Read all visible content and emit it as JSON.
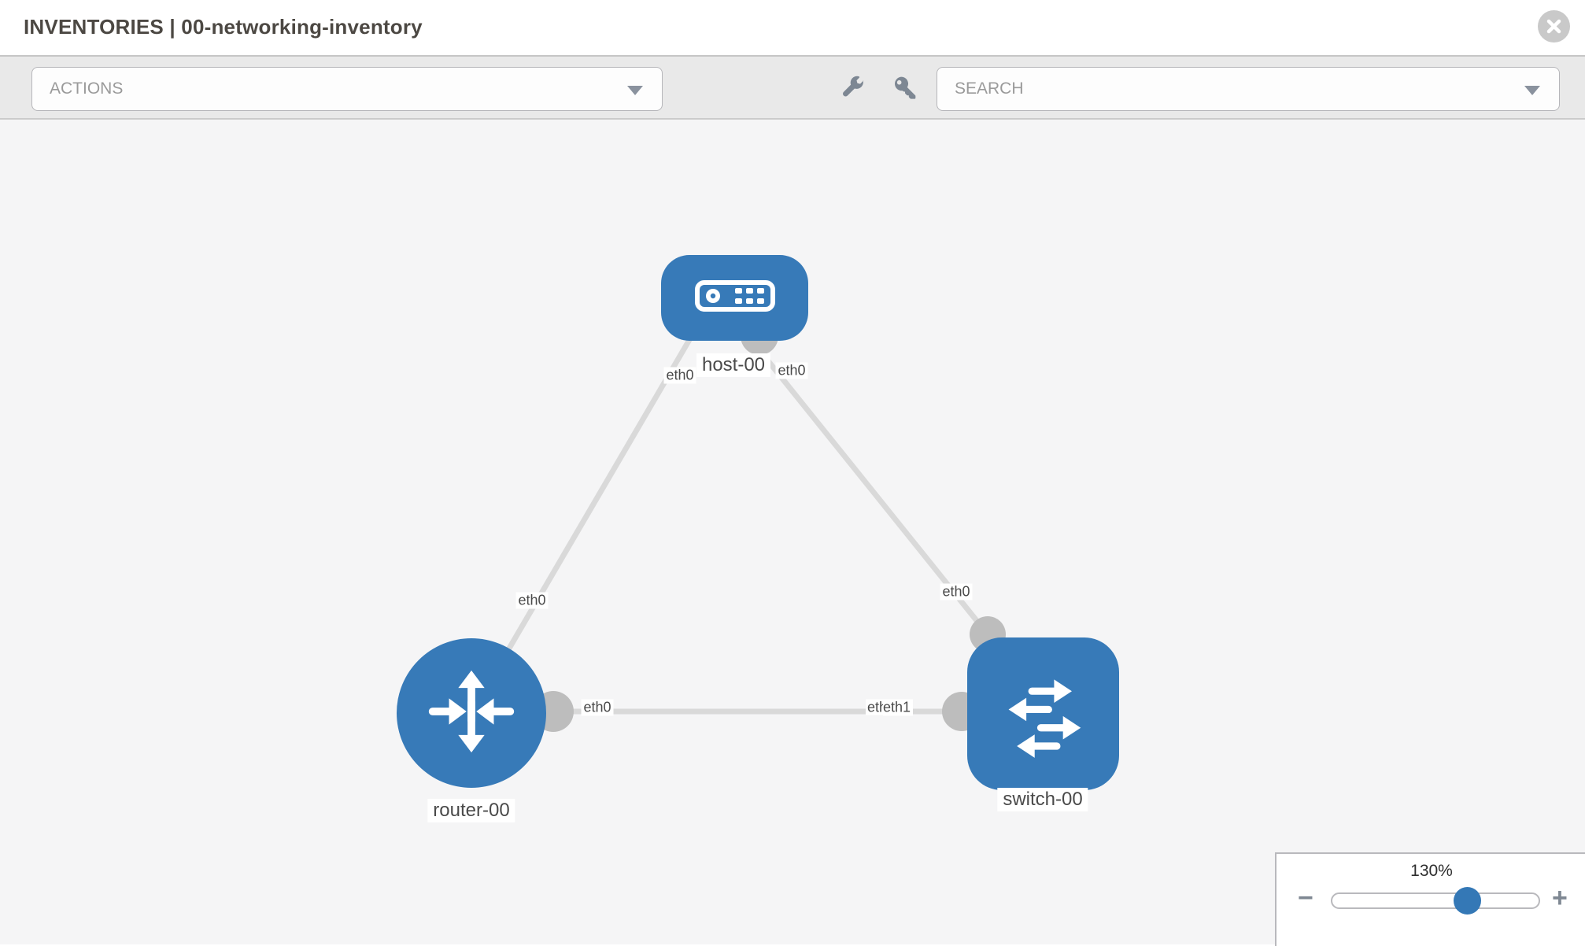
{
  "header": {
    "title": "INVENTORIES | 00-networking-inventory"
  },
  "toolbar": {
    "actions_label": "ACTIONS",
    "search_placeholder": "SEARCH"
  },
  "icons": {
    "close": "circle-x",
    "actions_caret": "chevron-down",
    "search_caret": "chevron-down",
    "wrench": "wrench",
    "key": "key"
  },
  "nodes": [
    {
      "id": "host-00",
      "type": "host",
      "label": "host-00"
    },
    {
      "id": "router-00",
      "type": "router",
      "label": "router-00"
    },
    {
      "id": "switch-00",
      "type": "switch",
      "label": "switch-00"
    }
  ],
  "links": [
    {
      "from": "router-00",
      "to": "host-00",
      "from_if": "eth0",
      "to_if": "eth0"
    },
    {
      "from": "host-00",
      "to": "switch-00",
      "from_if": "eth0",
      "to_if": "eth0"
    },
    {
      "from": "router-00",
      "to": "switch-00",
      "from_if": "eth0",
      "to_if": "eth1"
    }
  ],
  "iflabels": {
    "host_left": "eth0",
    "host_right": "eth0",
    "router_up": "eth0",
    "router_right": "eth0",
    "switch_up": "eth0",
    "pair_back": "eth0",
    "pair_front": "eth1"
  },
  "zoom": {
    "level": "130%",
    "minus_label": "−",
    "plus_label": "+"
  },
  "colors": {
    "node_blue": "#377ab8",
    "link_gray": "#d9d9d9",
    "connector_gray": "#bdbdbd",
    "toolbar_bg": "#e9e9e9",
    "canvas_bg": "#f5f5f6",
    "thumb_blue": "#3478b6"
  }
}
